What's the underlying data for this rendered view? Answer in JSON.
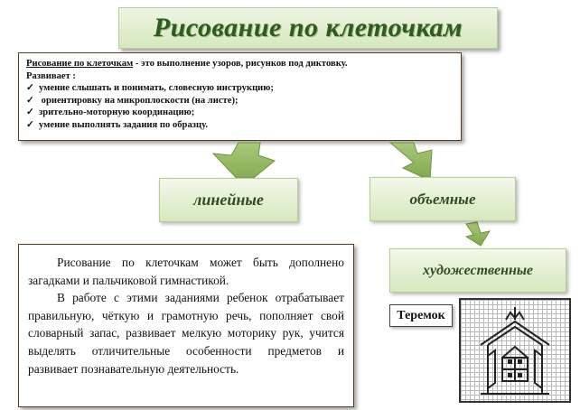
{
  "title": "Рисование по клеточкам",
  "description": {
    "term": "Рисование по клеточкам",
    "definition": " - это выполнение узоров, рисунков  под диктовку.",
    "develops_label": "Развивает :",
    "items": [
      "умение слышать и понимать, словесную инструкцию;",
      " ориентировку на микроплоскости  (на листе);",
      "зрительно-моторную координацию;",
      "умение выполнять задания по образцу."
    ]
  },
  "categories": {
    "linear": "линейные",
    "volume": "объемные",
    "artistic": "художественные"
  },
  "body": {
    "paragraph1": "Рисование по клеточкам может быть дополнено загадками и пальчиковой гимнастикой.",
    "paragraph2": "В работе с этими  заданиями ребенок отрабатывает правильную, чёткую и грамотную речь, пополняет свой словарный запас, развивает мелкую моторику рук, учится выделять отличительные особенности предметов и  развивает познавательную деятельность."
  },
  "example": {
    "label": "Теремок"
  },
  "colors": {
    "title_text": "#2f5a20",
    "box_fill": "#d7e8be",
    "arrow": "#8cb356",
    "border": "#5a3b1a"
  },
  "icons": [
    "check-icon",
    "arrow-down-icon"
  ]
}
